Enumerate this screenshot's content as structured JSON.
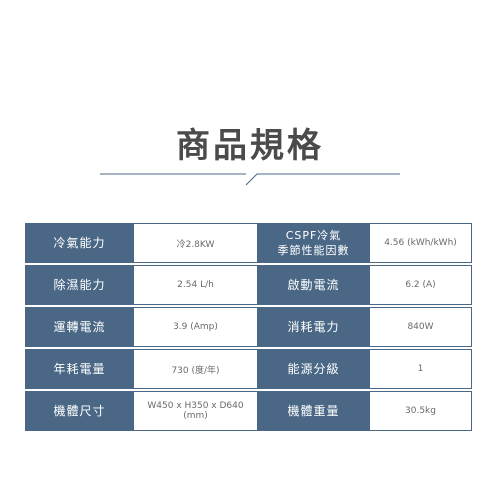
{
  "title": "商品規格",
  "specs": [
    {
      "label1": "冷氣能力",
      "value1": "冷2.8KW",
      "label2_line1": "CSPF冷氣",
      "label2_line2": "季節性能因數",
      "value2": "4.56 (kWh/kWh)"
    },
    {
      "label1": "除濕能力",
      "value1": "2.54 L/h",
      "label2": "啟動電流",
      "value2": "6.2 (A)"
    },
    {
      "label1": "運轉電流",
      "value1": "3.9 (Amp)",
      "label2": "消耗電力",
      "value2": "840W"
    },
    {
      "label1": "年耗電量",
      "value1": "730 (度/年)",
      "label2": "能源分級",
      "value2": "1"
    },
    {
      "label1": "機體尺寸",
      "value1": "W450 x H350 x D640 (mm)",
      "label2": "機體重量",
      "value2": "30.5kg"
    }
  ],
  "colors": {
    "header_bg": "#4a6886",
    "title_text": "#4b4b4b",
    "value_text": "#6a6a6a",
    "divider": "#4a6886"
  }
}
